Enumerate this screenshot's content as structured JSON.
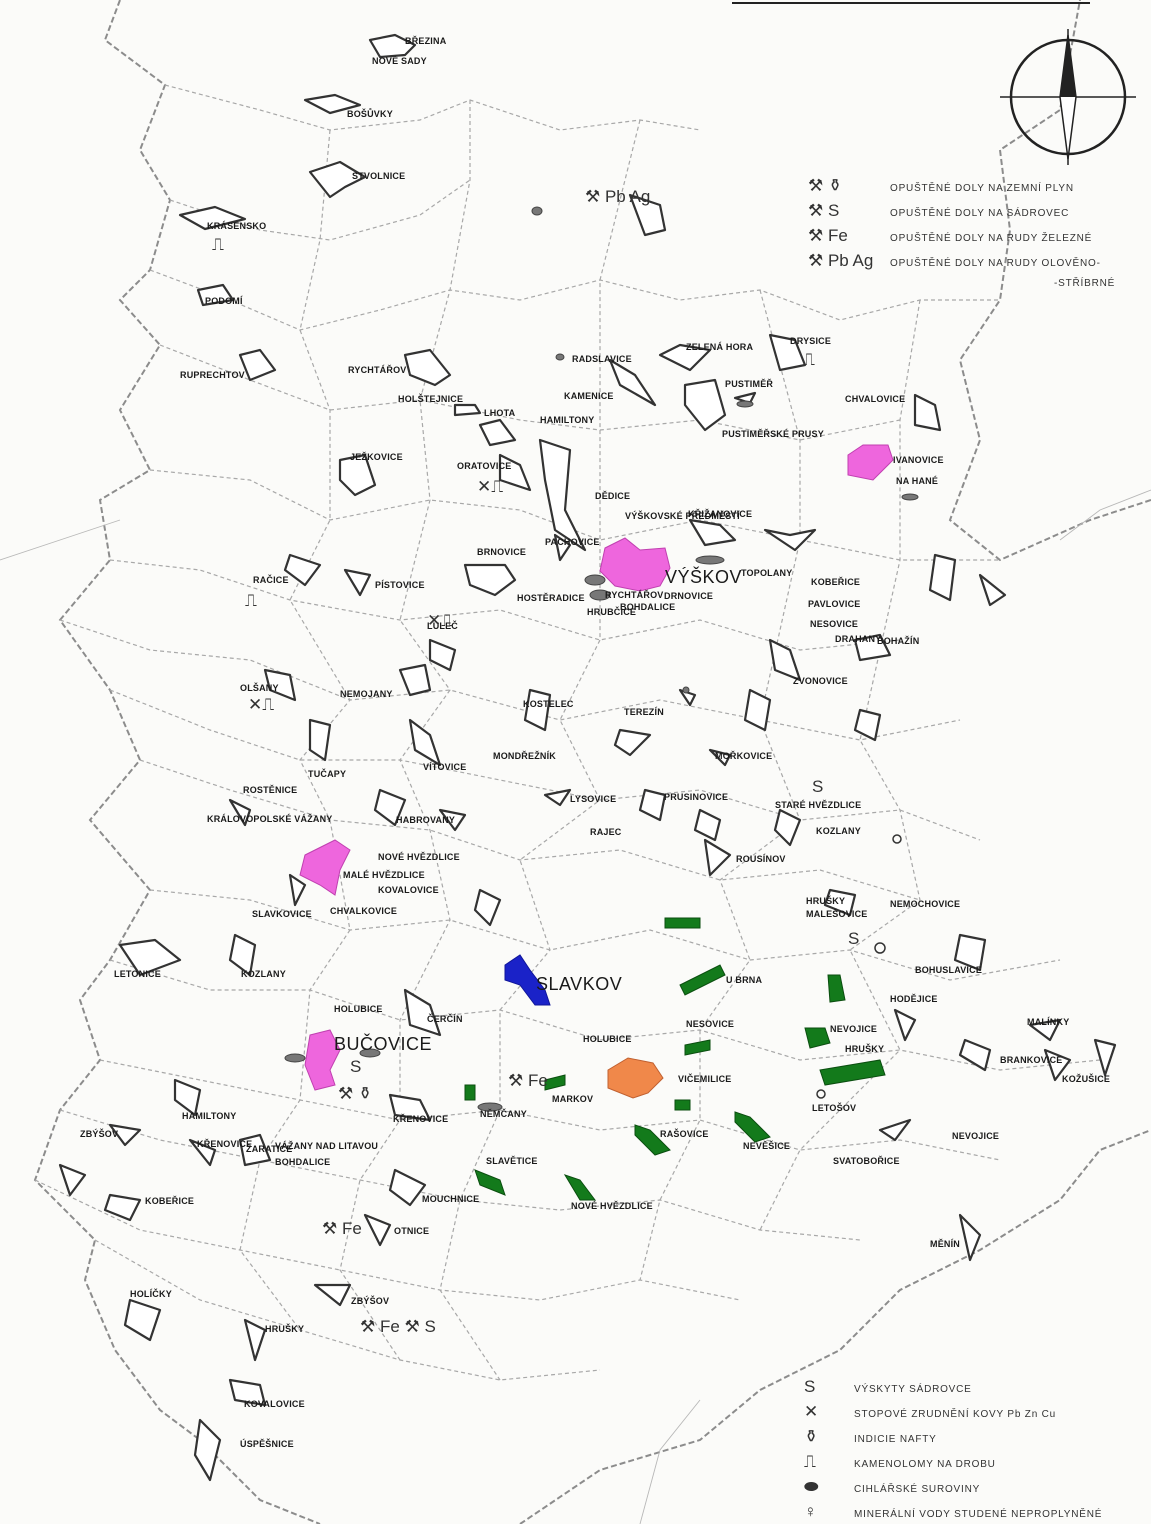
{
  "places": [
    {
      "name": "BŘEZINA"
    },
    {
      "name": "NOVÉ SADY"
    },
    {
      "name": "BOŠŮVKY"
    },
    {
      "name": "STVOLNICE"
    },
    {
      "name": "KRÁSENSKO"
    },
    {
      "name": "PODOMÍ"
    },
    {
      "name": "RUPRECHTOV"
    },
    {
      "name": "RYCHTÁŘOV"
    },
    {
      "name": "HOLŠTEJNICE"
    },
    {
      "name": "LHOTA"
    },
    {
      "name": "HAMILTONY"
    },
    {
      "name": "RADSLAVICE"
    },
    {
      "name": "KAMENICE"
    },
    {
      "name": "ZELENÁ HORA"
    },
    {
      "name": "PUSTIMĚŘ"
    },
    {
      "name": "DRYSICE"
    },
    {
      "name": "PUSTIMĚŘSKÉ PRUSY"
    },
    {
      "name": "CHVALOVICE"
    },
    {
      "name": "IVANOVICE"
    },
    {
      "name": "NA HANÉ"
    },
    {
      "name": "JEŽKOVICE"
    },
    {
      "name": "ORATOVICE"
    },
    {
      "name": "DĚDICE"
    },
    {
      "name": "VÝŠKOVSKÉ PŘEDMĚSTÍ"
    },
    {
      "name": "KŘIŽANOVICE"
    },
    {
      "name": "BRNOVICE"
    },
    {
      "name": "PACHOVICE"
    },
    {
      "name": "VÝŠKOV"
    },
    {
      "name": "TOPOLANY"
    },
    {
      "name": "HOSTĚRADICE"
    },
    {
      "name": "DRNOVICE"
    },
    {
      "name": "RYCHTÁŘOV"
    },
    {
      "name": "HRUBČICE"
    },
    {
      "name": "BOHDALICE"
    },
    {
      "name": "PAVLOVICE"
    },
    {
      "name": "KOBEŘICE"
    },
    {
      "name": "RAČICE"
    },
    {
      "name": "PÍSTOVICE"
    },
    {
      "name": "LULEČ"
    },
    {
      "name": "NEMOJANY"
    },
    {
      "name": "OLŠANY"
    },
    {
      "name": "KOSTELEC"
    },
    {
      "name": "TEREZÍN"
    },
    {
      "name": "MOŘKOVICE"
    },
    {
      "name": "NESOVICE"
    },
    {
      "name": "DRAHANY"
    },
    {
      "name": "BOHAŽÍN"
    },
    {
      "name": "ZVONOVICE"
    },
    {
      "name": "MONDŘEŽNÍK"
    },
    {
      "name": "HABROVANY"
    },
    {
      "name": "TUČAPY"
    },
    {
      "name": "VÍTOVICE"
    },
    {
      "name": "ROSTĚNICE"
    },
    {
      "name": "KRÁLOVOPOLSKÉ VÁŽANY"
    },
    {
      "name": "LYSOVICE"
    },
    {
      "name": "RAJEC"
    },
    {
      "name": "PRUSINOVICE"
    },
    {
      "name": "STARÉ HVĚZDLICE"
    },
    {
      "name": "KOZLANY"
    },
    {
      "name": "ROUSÍNOV"
    },
    {
      "name": "NOVÉ HVĚZDLICE"
    },
    {
      "name": "MALÉ HVĚZDLICE"
    },
    {
      "name": "KOVALOVICE"
    },
    {
      "name": "CHVALKOVICE"
    },
    {
      "name": "SLAVKOVICE"
    },
    {
      "name": "MALEŠOVICE"
    },
    {
      "name": "HRUŠKY"
    },
    {
      "name": "NEMOCHOVICE"
    },
    {
      "name": "LETONICE"
    },
    {
      "name": "KOZLANY"
    },
    {
      "name": "BOHUSLAVICE"
    },
    {
      "name": "SLAVKOV"
    },
    {
      "name": "U BRNA"
    },
    {
      "name": "HOLUBICE"
    },
    {
      "name": "BUČOVICE"
    },
    {
      "name": "ČERČÍN"
    },
    {
      "name": "HOLUBICE"
    },
    {
      "name": "NESOVICE"
    },
    {
      "name": "NEVOJICE"
    },
    {
      "name": "HRUŠKY"
    },
    {
      "name": "HODĚJICE"
    },
    {
      "name": "KŘENOVICE"
    },
    {
      "name": "NĚMČANY"
    },
    {
      "name": "MARKOV"
    },
    {
      "name": "VIČEMILICE"
    },
    {
      "name": "LETOŠOV"
    },
    {
      "name": "ZBÝŠOV"
    },
    {
      "name": "NEVOJICE"
    },
    {
      "name": "KŘENOVICE"
    },
    {
      "name": "VÁŽANY NAD LITAVOU"
    },
    {
      "name": "BOHDALICE"
    },
    {
      "name": "NEVĚŠICE"
    },
    {
      "name": "SVATOBOŘICE"
    },
    {
      "name": "MOUCHNICE"
    },
    {
      "name": "SLAVĚTICE"
    },
    {
      "name": "RAŠOVICE"
    },
    {
      "name": "KOBEŘICE"
    },
    {
      "name": "NOVÉ HVĚZDLICE"
    },
    {
      "name": "OTNICE"
    },
    {
      "name": "HOLÍČKY"
    },
    {
      "name": "ZBÝŠOV"
    },
    {
      "name": "HRUŠKY"
    },
    {
      "name": "MĚNÍN"
    },
    {
      "name": "KOVALOVICE"
    },
    {
      "name": "ŽARATICE"
    },
    {
      "name": "HAMILTONY"
    },
    {
      "name": "BRANKOVICE"
    },
    {
      "name": "KOŽUŠICE"
    },
    {
      "name": "MALÍNKY"
    },
    {
      "name": "ÚSPĚŠNICE"
    }
  ],
  "legend_top": [
    {
      "symbol": "⚒ ⚱",
      "text": "OPUŠTĚNÉ DOLY NA ZEMNÍ PLYN"
    },
    {
      "symbol": "⚒ S",
      "text": "OPUŠTĚNÉ DOLY NA SÁDROVEC"
    },
    {
      "symbol": "⚒ Fe",
      "text": "OPUŠTĚNÉ DOLY NA RUDY ŽELEZNÉ"
    },
    {
      "symbol": "⚒ Pb Ag",
      "text": "OPUŠTĚNÉ DOLY NA RUDY OLOVĚNO-"
    },
    {
      "symbol": "",
      "text": "-STŘÍBRNÉ"
    }
  ],
  "legend_bottom": [
    {
      "symbol": "S",
      "text": "VÝSKYTY SÁDROVCE"
    },
    {
      "symbol": "✕",
      "text": "STOPOVÉ ZRUDNĚNÍ KOVY Pb Zn Cu"
    },
    {
      "symbol": "⚱",
      "text": "INDICIE NAFTY"
    },
    {
      "symbol": "⎍",
      "text": "KAMENOLOMY NA DROBU"
    },
    {
      "symbol": "⬬",
      "text": "CIHLÁŘSKÉ SUROVINY"
    },
    {
      "symbol": "♀",
      "text": "MINERÁLNÍ VODY STUDENÉ NEPROPLYNĚNÉ"
    }
  ],
  "marks": [
    {
      "text": "⚒ Pb Ag"
    },
    {
      "text": "⚒ Fe"
    },
    {
      "text": "⚒ Fe"
    },
    {
      "text": "⚒ Fe ⚒ S"
    },
    {
      "text": "S"
    },
    {
      "text": "S"
    },
    {
      "text": "S"
    },
    {
      "text": "⎍"
    },
    {
      "text": "⎍"
    },
    {
      "text": "⎍"
    },
    {
      "text": "✕⎍"
    },
    {
      "text": "✕⎍"
    },
    {
      "text": "✕⎍"
    },
    {
      "text": "⚒ ⚱"
    }
  ],
  "compass": {
    "label": "N"
  },
  "colors": {
    "pink": "#ee66dd",
    "blue": "#1a22c8",
    "orange": "#f0884a",
    "green": "#137a1b",
    "ink": "#444444",
    "border": "#9a9a9a"
  }
}
